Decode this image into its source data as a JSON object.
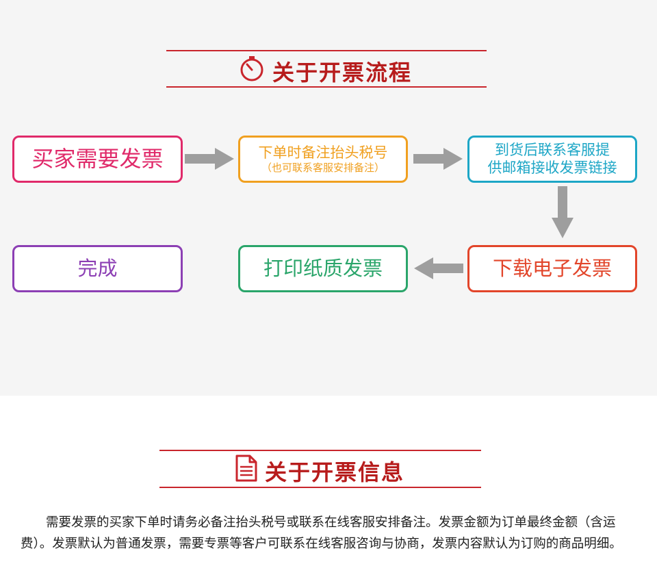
{
  "process": {
    "title": "关于开票流程",
    "title_icon": "stopwatch-icon",
    "steps": [
      {
        "label": "买家需要发票",
        "color": "#e02a6a"
      },
      {
        "label": "下单时备注抬头税号",
        "sublabel": "（也可联系客服安排备注）",
        "color": "#f0a020"
      },
      {
        "label_line1": "到货后联系客服提",
        "label_line2": "供邮箱接收发票链接",
        "color": "#1da6c6"
      },
      {
        "label": "下载电子发票",
        "color": "#e2452a"
      },
      {
        "label": "打印纸质发票",
        "color": "#2aa56a"
      },
      {
        "label": "完成",
        "color": "#8c3fb4"
      }
    ]
  },
  "info": {
    "title": "关于开票信息",
    "title_icon": "document-icon",
    "paragraph": "需要发票的买家下单时请务必备注抬头税号或联系在线客服安排备注。发票金额为订单最终金额（含运费）。发票默认为普通发票，需要专票等客户可联系在线客服咨询与协商，发票内容默认为订购的商品明细。"
  },
  "colors": {
    "accent": "#c9252c",
    "arrow": "#9e9e9e",
    "background": "#f5f5f5"
  }
}
